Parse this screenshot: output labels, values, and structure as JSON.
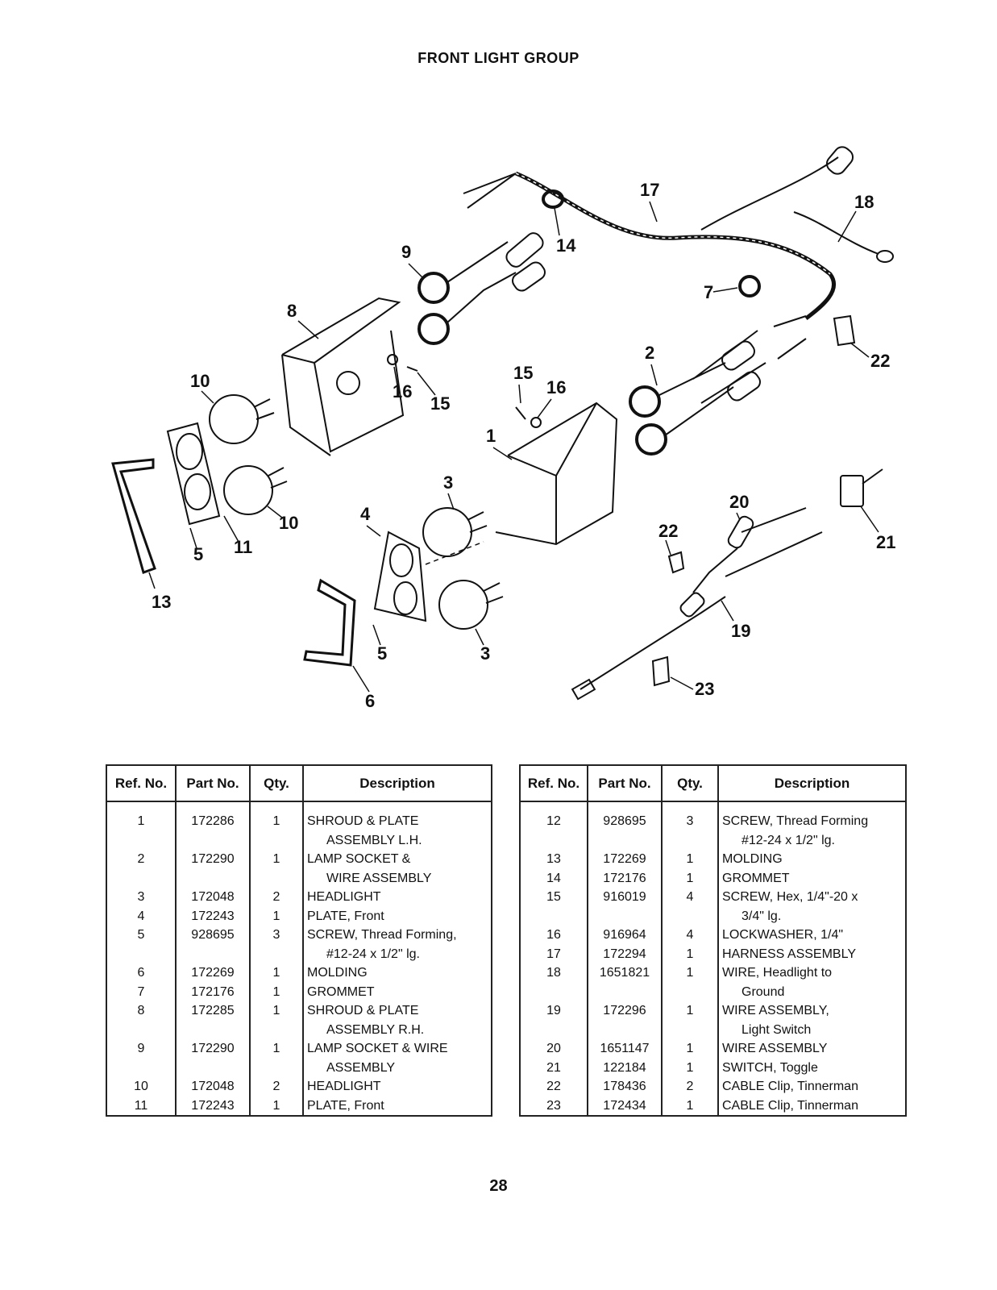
{
  "title": "FRONT LIGHT GROUP",
  "page_number": "28",
  "headers": {
    "ref": "Ref. No.",
    "part": "Part No.",
    "qty": "Qty.",
    "desc": "Description"
  },
  "table_left": [
    {
      "ref": "1",
      "part": "172286",
      "qty": "1",
      "desc": [
        "SHROUD & PLATE",
        "ASSEMBLY L.H."
      ]
    },
    {
      "ref": "2",
      "part": "172290",
      "qty": "1",
      "desc": [
        "LAMP SOCKET &",
        "WIRE ASSEMBLY"
      ]
    },
    {
      "ref": "3",
      "part": "172048",
      "qty": "2",
      "desc": [
        "HEADLIGHT"
      ]
    },
    {
      "ref": "4",
      "part": "172243",
      "qty": "1",
      "desc": [
        "PLATE, Front"
      ]
    },
    {
      "ref": "5",
      "part": "928695",
      "qty": "3",
      "desc": [
        "SCREW, Thread Forming,",
        "#12-24 x 1/2\" lg."
      ]
    },
    {
      "ref": "6",
      "part": "172269",
      "qty": "1",
      "desc": [
        "MOLDING"
      ]
    },
    {
      "ref": "7",
      "part": "172176",
      "qty": "1",
      "desc": [
        "GROMMET"
      ]
    },
    {
      "ref": "8",
      "part": "172285",
      "qty": "1",
      "desc": [
        "SHROUD & PLATE",
        "ASSEMBLY R.H."
      ]
    },
    {
      "ref": "9",
      "part": "172290",
      "qty": "1",
      "desc": [
        "LAMP SOCKET & WIRE",
        "ASSEMBLY"
      ]
    },
    {
      "ref": "10",
      "part": "172048",
      "qty": "2",
      "desc": [
        "HEADLIGHT"
      ]
    },
    {
      "ref": "11",
      "part": "172243",
      "qty": "1",
      "desc": [
        "PLATE, Front"
      ]
    }
  ],
  "table_right": [
    {
      "ref": "12",
      "part": "928695",
      "qty": "3",
      "desc": [
        "SCREW, Thread Forming",
        "#12-24 x 1/2\" lg."
      ]
    },
    {
      "ref": "13",
      "part": "172269",
      "qty": "1",
      "desc": [
        "MOLDING"
      ]
    },
    {
      "ref": "14",
      "part": "172176",
      "qty": "1",
      "desc": [
        "GROMMET"
      ]
    },
    {
      "ref": "15",
      "part": "916019",
      "qty": "4",
      "desc": [
        "SCREW, Hex, 1/4\"-20 x",
        "3/4\" lg."
      ]
    },
    {
      "ref": "16",
      "part": "916964",
      "qty": "4",
      "desc": [
        "LOCKWASHER, 1/4\""
      ]
    },
    {
      "ref": "17",
      "part": "172294",
      "qty": "1",
      "desc": [
        "HARNESS ASSEMBLY"
      ]
    },
    {
      "ref": "18",
      "part": "1651821",
      "qty": "1",
      "desc": [
        "WIRE, Headlight to",
        "Ground"
      ]
    },
    {
      "ref": "19",
      "part": "172296",
      "qty": "1",
      "desc": [
        "WIRE ASSEMBLY,",
        "Light Switch"
      ]
    },
    {
      "ref": "20",
      "part": "1651147",
      "qty": "1",
      "desc": [
        "WIRE ASSEMBLY"
      ]
    },
    {
      "ref": "21",
      "part": "122184",
      "qty": "1",
      "desc": [
        "SWITCH, Toggle"
      ]
    },
    {
      "ref": "22",
      "part": "178436",
      "qty": "2",
      "desc": [
        "CABLE Clip, Tinnerman"
      ]
    },
    {
      "ref": "23",
      "part": "172434",
      "qty": "1",
      "desc": [
        "CABLE Clip, Tinnerman"
      ]
    }
  ],
  "callouts": [
    "17",
    "18",
    "14",
    "9",
    "7",
    "8",
    "2",
    "22",
    "10",
    "16",
    "15",
    "15",
    "16",
    "1",
    "10",
    "11",
    "5",
    "13",
    "3",
    "4",
    "20",
    "22",
    "21",
    "19",
    "5",
    "3",
    "6",
    "23"
  ]
}
